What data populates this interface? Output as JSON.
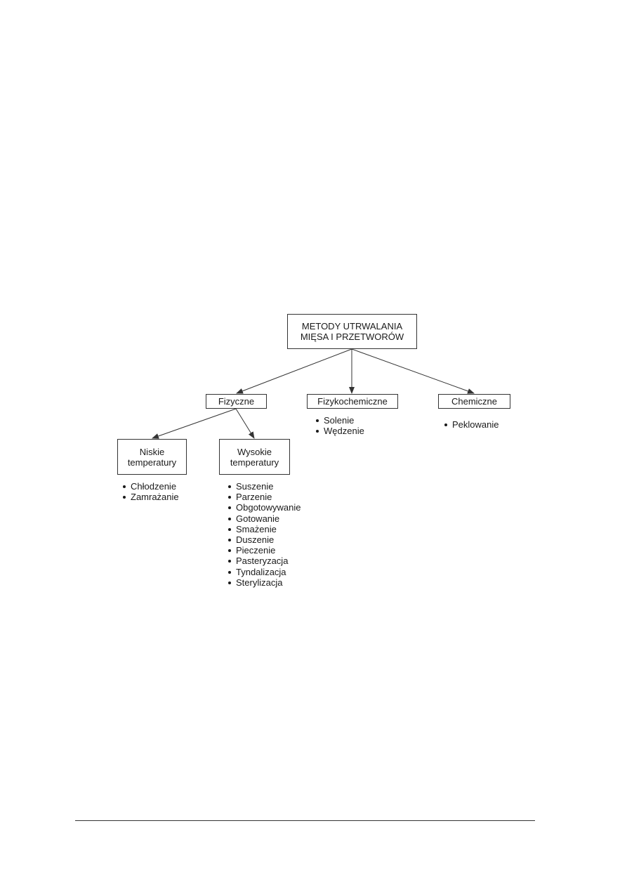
{
  "diagram": {
    "root": {
      "label_line1": "METODY UTRWALANIA",
      "label_line2": "MIĘSA I PRZETWORÓW"
    },
    "categories": {
      "fizyczne": {
        "label": "Fizyczne"
      },
      "fizykochemiczne": {
        "label": "Fizykochemiczne",
        "items": [
          "Solenie",
          "Wędzenie"
        ]
      },
      "chemiczne": {
        "label": "Chemiczne",
        "items": [
          "Peklowanie"
        ]
      }
    },
    "subcategories": {
      "niskie": {
        "label_line1": "Niskie",
        "label_line2": "temperatury",
        "items": [
          "Chłodzenie",
          "Zamrażanie"
        ]
      },
      "wysokie": {
        "label_line1": "Wysokie",
        "label_line2": "temperatury",
        "items": [
          "Suszenie",
          "Parzenie",
          "Obgotowywanie",
          "Gotowanie",
          "Smażenie",
          "Duszenie",
          "Pieczenie",
          "Pasteryzacja",
          "Tyndalizacja",
          "Sterylizacja"
        ]
      }
    },
    "colors": {
      "line": "#333333",
      "text": "#1a1a1a",
      "background": "#ffffff"
    }
  }
}
